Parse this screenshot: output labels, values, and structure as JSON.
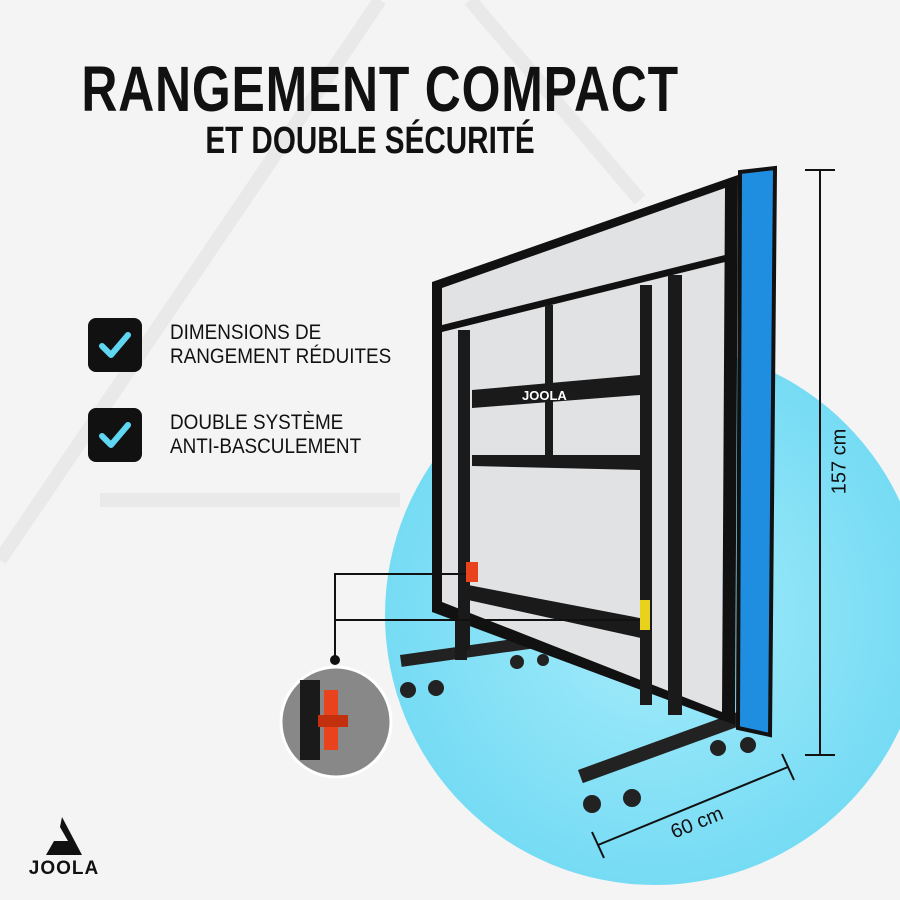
{
  "header": {
    "title": "RANGEMENT COMPACT",
    "subtitle": "ET DOUBLE SÉCURITÉ"
  },
  "features": [
    {
      "icon": "checkmark-icon",
      "line1": "DIMENSIONS DE",
      "line2": "RANGEMENT RÉDUITES"
    },
    {
      "icon": "checkmark-icon",
      "line1": "DOUBLE SYSTÈME",
      "line2": "ANTI-BASCULEMENT"
    }
  ],
  "dimensions": {
    "height": "157 cm",
    "depth": "60 cm"
  },
  "brand": {
    "name": "JOOLA",
    "table_logo": "JOOLA"
  },
  "colors": {
    "accent": "#6fdcf5",
    "table_edge_blue": "#1f8ee0",
    "latch_red": "#e8431c",
    "latch_yellow": "#e8d21c"
  }
}
